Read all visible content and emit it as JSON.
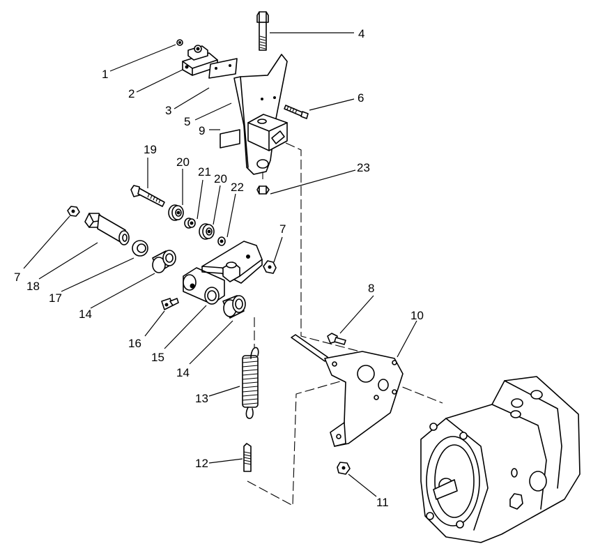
{
  "callouts": {
    "c1": "1",
    "c2": "2",
    "c3": "3",
    "c4": "4",
    "c5": "5",
    "c6": "6",
    "c7a": "7",
    "c7b": "7",
    "c8": "8",
    "c9": "9",
    "c10": "10",
    "c11": "11",
    "c12": "12",
    "c13": "13",
    "c14a": "14",
    "c14b": "14",
    "c15": "15",
    "c16": "16",
    "c17": "17",
    "c18": "18",
    "c19": "19",
    "c20a": "20",
    "c20b": "20",
    "c21": "21",
    "c22": "22",
    "c23": "23"
  }
}
